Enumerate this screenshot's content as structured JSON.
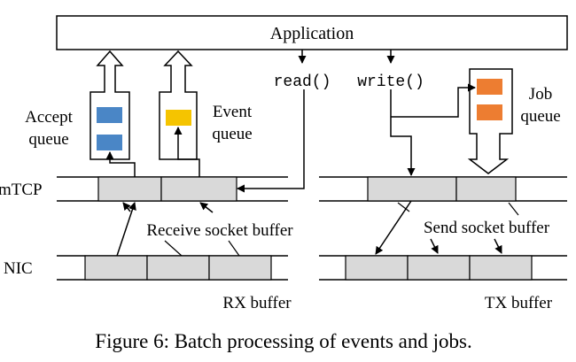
{
  "labels": {
    "application": "Application",
    "read_call": "read()",
    "write_call": "write()",
    "accept_queue_line1": "Accept",
    "accept_queue_line2": "queue",
    "event_queue_line1": "Event",
    "event_queue_line2": "queue",
    "job_queue_line1": "Job",
    "job_queue_line2": "queue",
    "mtcp_layer": "mTCP",
    "nic_layer": "NIC",
    "receive_socket_buffer": "Receive socket buffer",
    "send_socket_buffer": "Send socket buffer",
    "rx_buffer": "RX buffer",
    "tx_buffer": "TX buffer",
    "caption": "Figure 6: Batch processing of events and jobs."
  },
  "colors": {
    "accept_item": "#4a86c6",
    "event_item": "#f5c400",
    "job_item": "#ed7d31",
    "buffer_cell": "#d9d9d9",
    "line": "#000000"
  }
}
